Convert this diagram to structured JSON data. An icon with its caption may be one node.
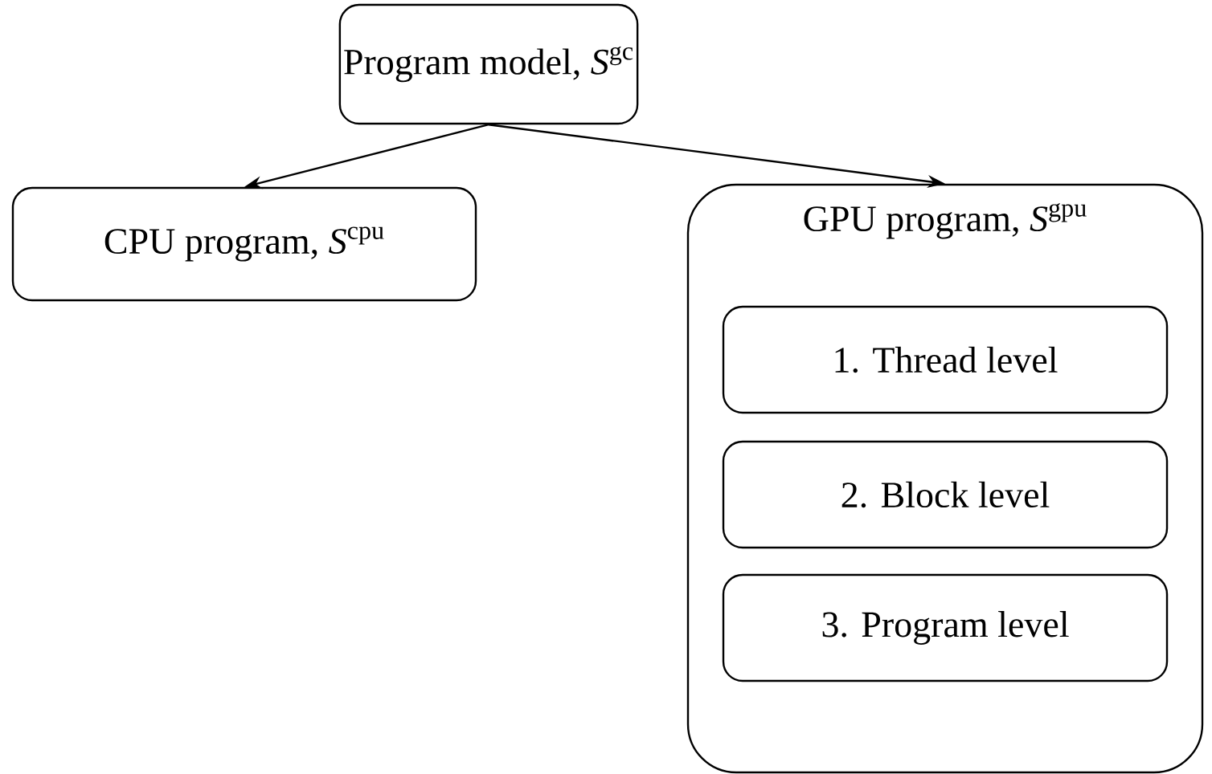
{
  "diagram": {
    "nodes": [
      {
        "text": [
          "Program model, *S*$^{gc}$"
        ]
      },
      {
        "text": [
          "CPU program, *S*$^{cpu}$"
        ]
      },
      {
        "text": [
          "GPU program, *S*$^{gpu}$"
        ]
      },
      {
        "text": [
          "1. Thread level"
        ],
        "in": 2
      },
      {
        "text": [
          "2. Block level"
        ],
        "in": 2
      },
      {
        "text": [
          "3. Program level"
        ],
        "in": 2
      }
    ],
    "edges": [
      {
        "from": 0,
        "to": 1,
        "arrow": "to"
      },
      {
        "from": 0,
        "to": 2,
        "arrow": "to"
      }
    ]
  }
}
